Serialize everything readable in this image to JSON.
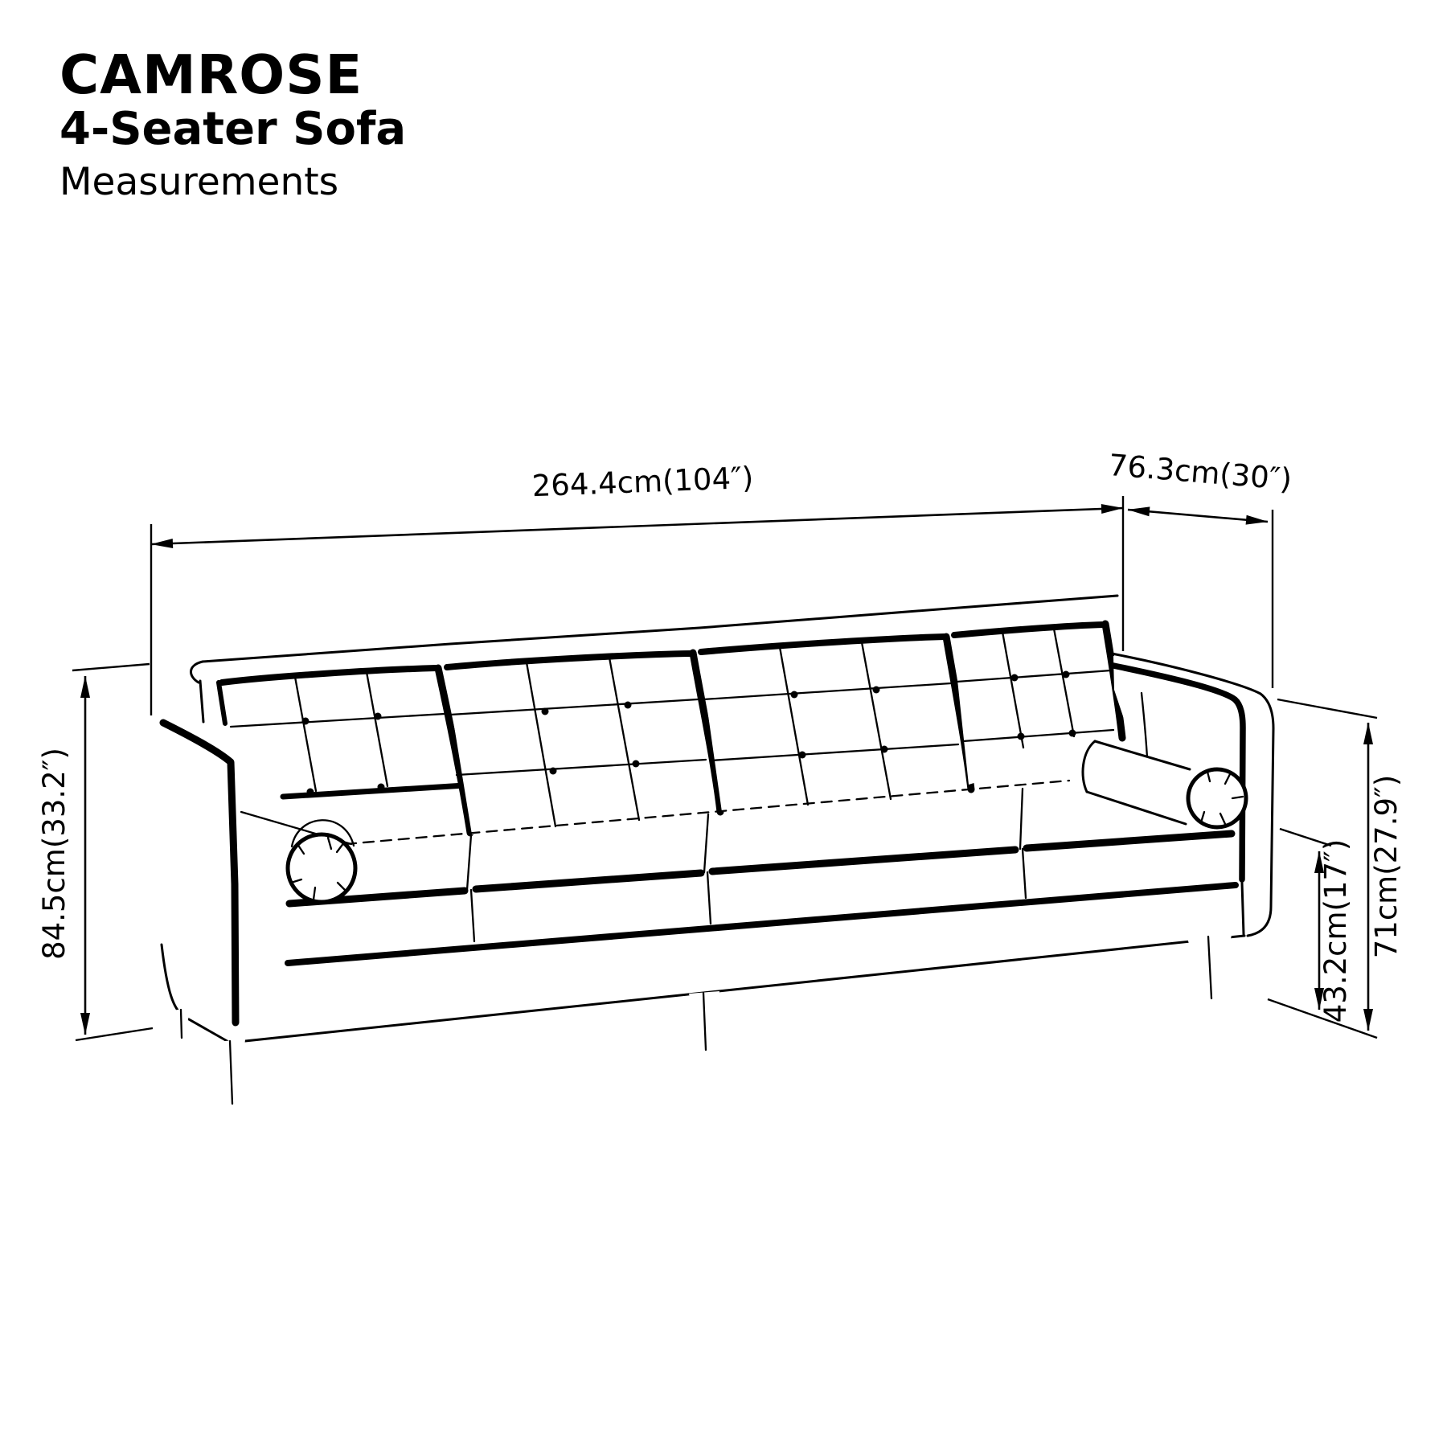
{
  "header": {
    "brand": "CAMROSE",
    "product": "4-Seater Sofa",
    "subtitle": "Measurements"
  },
  "dimensions": {
    "overall_width": {
      "label": "264.4cm(104″)",
      "cm": 264.4,
      "inches": 104
    },
    "depth": {
      "label": "76.3cm(30″)",
      "cm": 76.3,
      "inches": 30
    },
    "overall_height": {
      "label": "84.5cm(33.2″)",
      "cm": 84.5,
      "inches": 33.2
    },
    "seat_height": {
      "label": "43.2cm(17″)",
      "cm": 43.2,
      "inches": 17
    },
    "arm_height": {
      "label": "71cm(27.9″)",
      "cm": 71,
      "inches": 27.9
    }
  },
  "illustration": {
    "subject": "4-seater tufted sofa, three-quarter perspective line drawing",
    "style": "black outline on white, CAD-style dimension arrows",
    "colors": {
      "line": "#000000",
      "background": "#ffffff"
    }
  }
}
